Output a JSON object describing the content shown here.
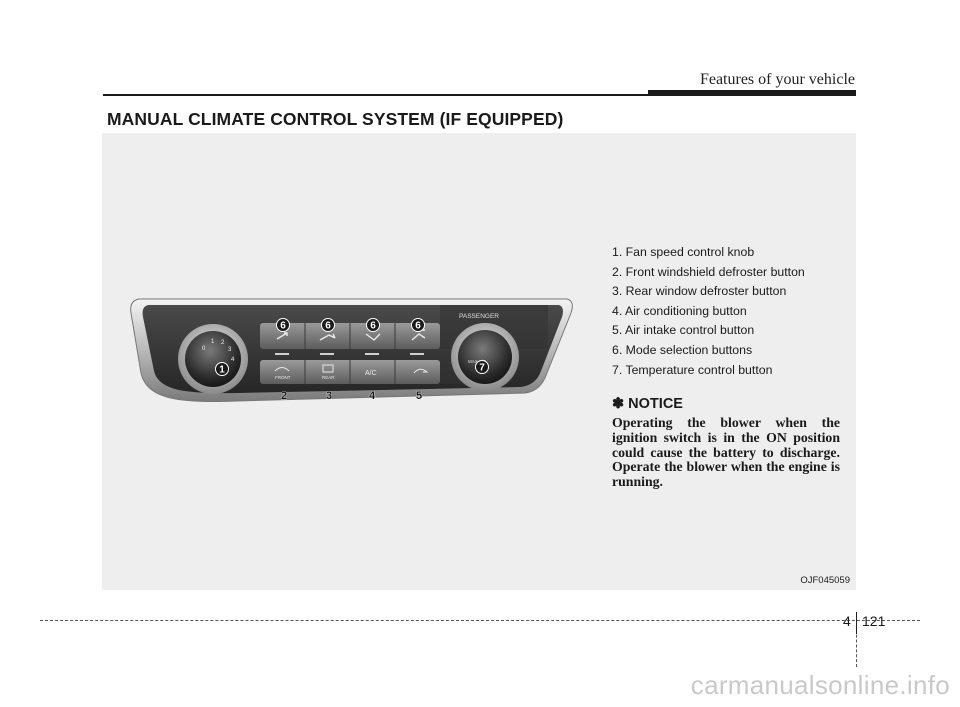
{
  "header": {
    "title": "Features of your vehicle"
  },
  "section": {
    "title": "MANUAL CLIMATE CONTROL SYSTEM (IF EQUIPPED)"
  },
  "figure": {
    "code": "OJF045059",
    "panel": {
      "passenger_label": "PASSENGER",
      "button_labels": [
        "FRONT",
        "REAR",
        "A/C"
      ],
      "dial_numbers": [
        "0",
        "1",
        "2",
        "3",
        "4"
      ],
      "callouts_top": [
        "6",
        "6",
        "6",
        "6"
      ],
      "callouts_bottom": [
        "2",
        "3",
        "4",
        "5"
      ],
      "callout_left": "1",
      "callout_right": "7",
      "right_knob_text": "MAX A/C"
    },
    "legend": [
      "1. Fan speed control knob",
      "2. Front windshield defroster button",
      "3. Rear window defroster button",
      "4. Air conditioning button",
      "5. Air intake control button",
      "6. Mode selection buttons",
      "7. Temperature control button"
    ],
    "notice": {
      "title": "✽ NOTICE",
      "text": "Operating the blower when the ignition switch is in the ON position could cause the battery to discharge. Operate the blower when the engine is running."
    }
  },
  "footer": {
    "chapter": "4",
    "page": "121"
  },
  "watermark": "carmanualsonline.info"
}
